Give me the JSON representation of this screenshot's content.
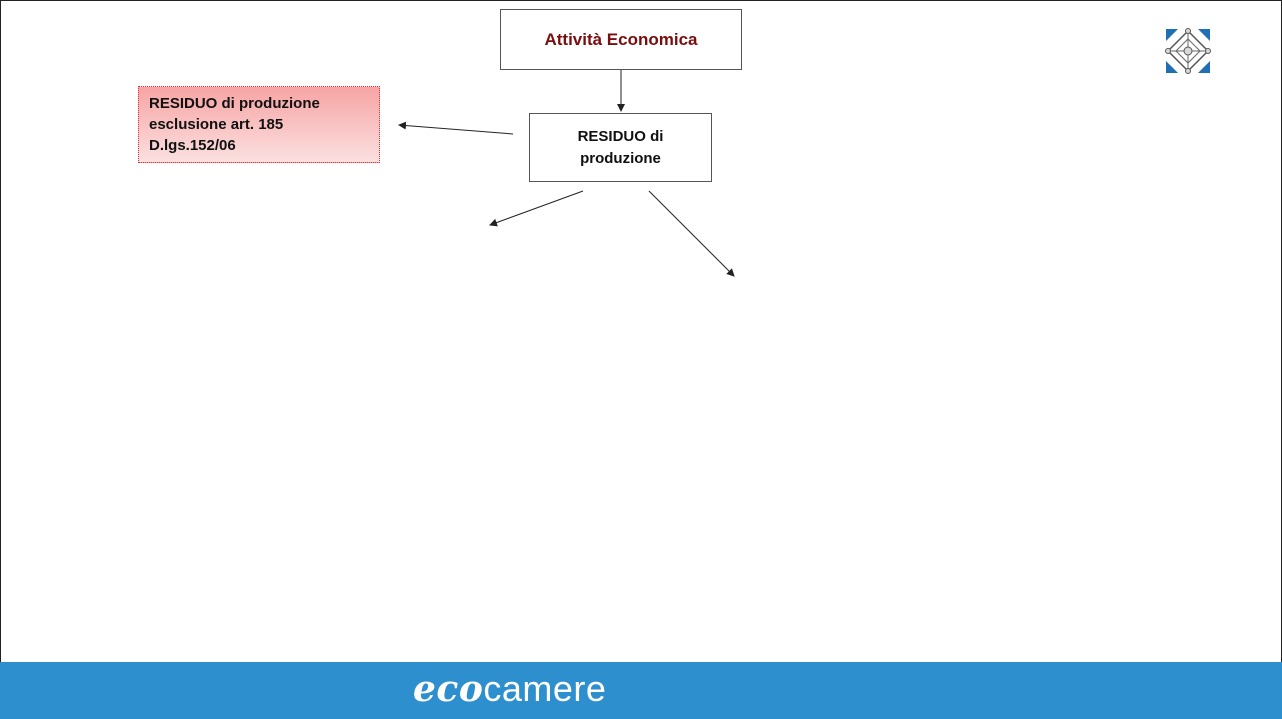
{
  "diagram": {
    "top_box": {
      "label": "Attività Economica",
      "color": "#7a0d0d"
    },
    "middle_box": {
      "line1": "RESIDUO di",
      "line2": "produzione"
    },
    "red_box": {
      "line1": "RESIDUO di produzione",
      "line2": "esclusione art. 185",
      "line3": "D.lgs.152/06",
      "fill": "#f7a4a4",
      "border": "#d33333"
    }
  },
  "footer": {
    "brand_part1": "eco",
    "brand_part2": "camere",
    "background": "#2e8fce"
  },
  "logo": {
    "icon": "network-logo-icon"
  }
}
